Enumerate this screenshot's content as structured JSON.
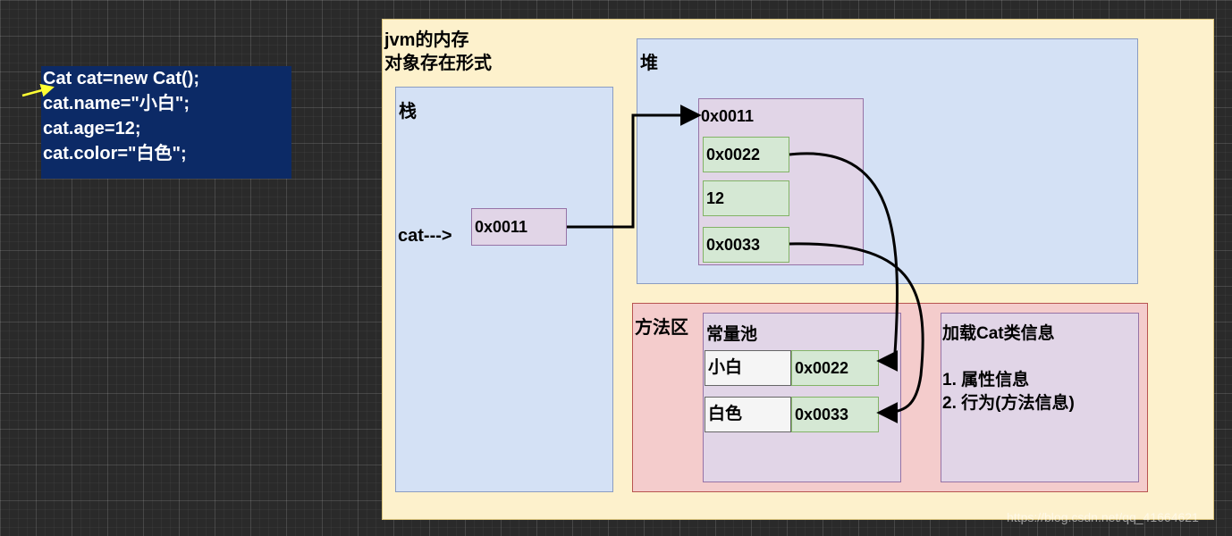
{
  "code": {
    "lines": [
      "Cat cat=new Cat();",
      "cat.name=\"小白\";",
      "cat.age=12;",
      "cat.color=\"白色\";"
    ]
  },
  "jvm": {
    "title_line1": "jvm的内存",
    "title_line2": "对象存在形式"
  },
  "stack": {
    "label": "栈",
    "var_label": "cat--->",
    "ref": "0x0011"
  },
  "heap": {
    "label": "堆",
    "object_addr": "0x0011",
    "fields": [
      "0x0022",
      "12",
      "0x0033"
    ]
  },
  "method_area": {
    "label": "方法区",
    "constant_pool": {
      "label": "常量池",
      "entries": [
        {
          "key": "小白",
          "value": "0x0022"
        },
        {
          "key": "白色",
          "value": "0x0033"
        }
      ]
    },
    "class_info": {
      "title": "加载Cat类信息",
      "items": [
        "1. 属性信息",
        "2. 行为(方法信息)"
      ]
    }
  },
  "watermark": "https://blog.csdn.net/qq_41664621",
  "colors": {
    "code_bg": "#0c2a66",
    "jvm_bg": "#fdf1cc",
    "region_bg": "#d4e1f5",
    "object_bg": "#e1d5e7",
    "field_bg": "#d5e8d4",
    "method_bg": "#f4cccc",
    "pointer": "#ffff33"
  }
}
